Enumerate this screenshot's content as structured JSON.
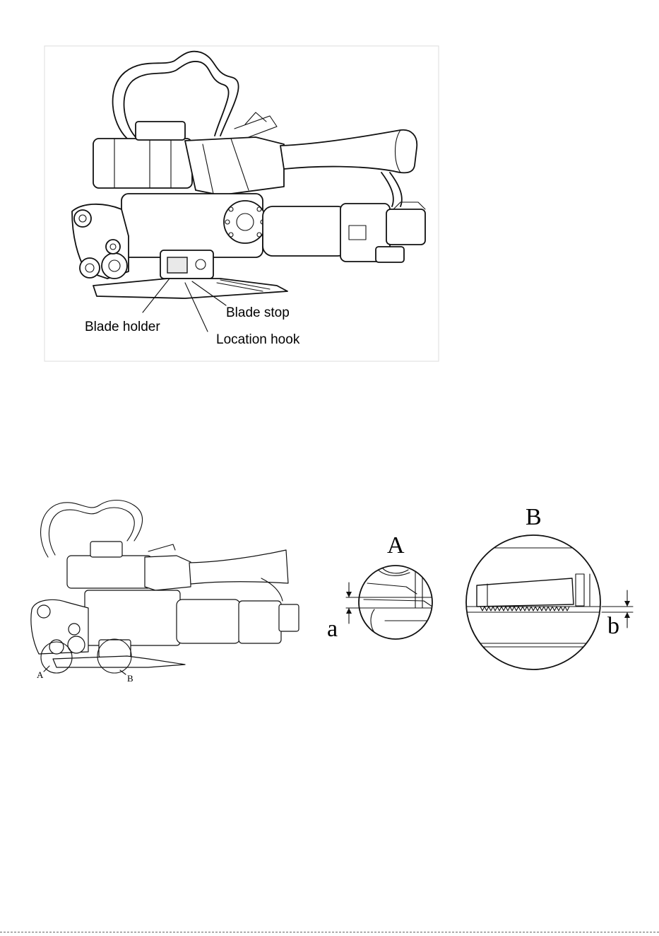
{
  "top_figure": {
    "labels": {
      "blade_holder": "Blade holder",
      "blade_stop": "Blade stop",
      "location_hook": "Location hook"
    }
  },
  "bottom_figure": {
    "callouts": {
      "detail_a": "A",
      "detail_b": "B"
    },
    "detail_a": {
      "title": "A",
      "dimension": "a"
    },
    "detail_b": {
      "title": "B",
      "dimension": "b"
    }
  }
}
